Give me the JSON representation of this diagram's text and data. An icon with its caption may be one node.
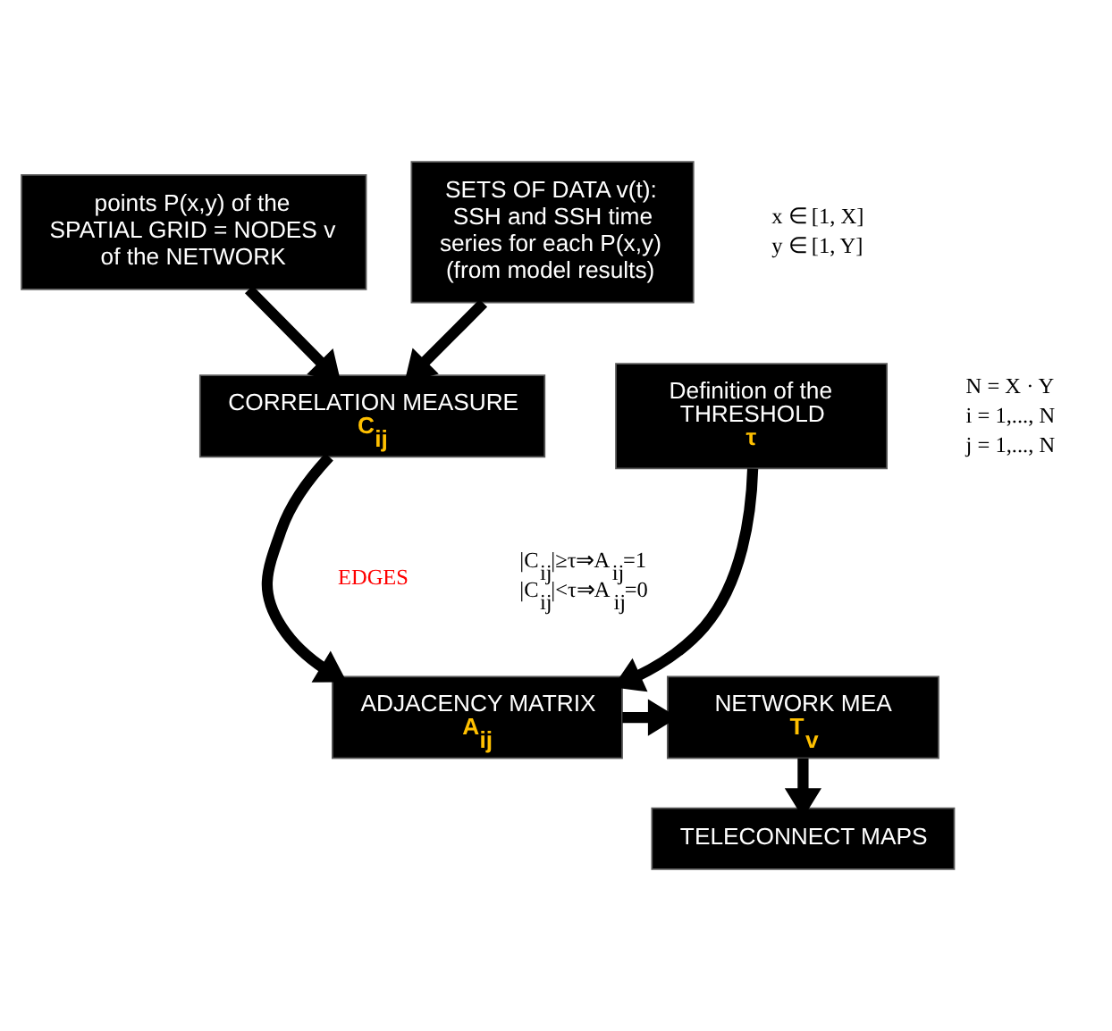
{
  "diagram": {
    "nodes": [
      {
        "text": [
          "points P(x,y) of the SPATIAL GRID = NODES v of the NETWORK"
        ]
      },
      {
        "text": [
          "SETS OF DATA v(t):",
          "SSH and SSH time series for each P(x,y) (from model results)"
        ]
      },
      {
        "text": [
          "CORRELATION MEASURE",
          "C$_{ij}$"
        ]
      },
      {
        "text": [
          "Definition of the THRESHOLD",
          "τ"
        ]
      },
      {
        "text": [
          "ADJACENCY MATRIX",
          "A$_{ij}$"
        ]
      },
      {
        "text": [
          "NETWORK MEA",
          "T$_{v}$"
        ]
      },
      {
        "text": [
          "TELECONNECT MAPS"
        ]
      }
    ],
    "edges": [
      {
        "from": 0,
        "to": 2,
        "arrow": "to"
      },
      {
        "from": 1,
        "to": 2,
        "arrow": "to"
      },
      {
        "from": 2,
        "to": 4,
        "arrow": "to"
      },
      {
        "from": 3,
        "to": 4,
        "arrow": "to"
      },
      {
        "from": 4,
        "to": 5,
        "arrow": "to"
      },
      {
        "from": 5,
        "to": 6,
        "arrow": "to"
      }
    ],
    "labels": [
      "x ∈ [1, X]",
      "y ∈ [1, Y]",
      "N = X · Y",
      "i = 1,..., N",
      "j = 1,..., N",
      "EDGES",
      "|C$_{ij}$|≥τ⇒A$_{ij}$=1",
      "|C$_{ij}$|<τ⇒A$_{ij}$=0"
    ]
  }
}
